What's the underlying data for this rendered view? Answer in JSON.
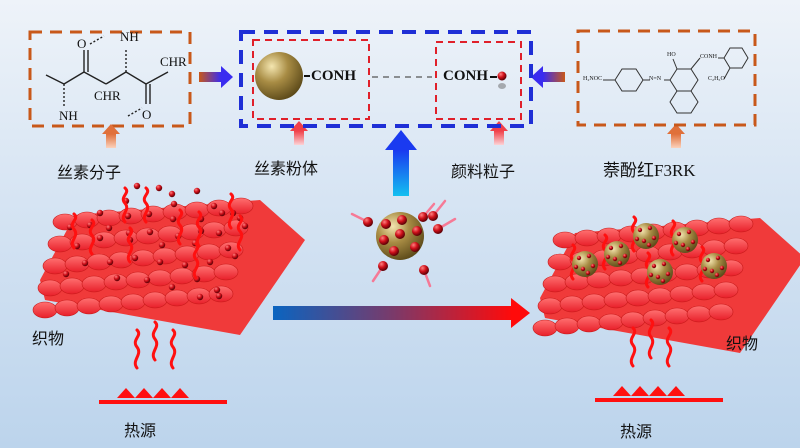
{
  "labels": {
    "silk_molecule": "丝素分子",
    "silk_powder": "丝素粉体",
    "pigment_particle": "颜料粒子",
    "pigment_name": "萘酚红F3RK",
    "fabric_left": "织物",
    "fabric_right": "织物",
    "heat_left": "热源",
    "heat_right": "热源"
  },
  "silk_structure": {
    "o_top": "O",
    "nh_top": "NH",
    "chr_right": "CHR",
    "chr_mid": "CHR",
    "nh_bottom": "NH",
    "o_bottom": "O"
  },
  "bond": {
    "left_group": "CONH",
    "right_group": "CONH"
  },
  "pigment_structure": {
    "h2noc": "H₂NOC",
    "azo": "N=N",
    "ho": "HO",
    "conh": "CONH",
    "ethoxy": "C₂H₅O"
  },
  "colors": {
    "orange_frame": "#c8581a",
    "blue_frame": "#1f2fd6",
    "red_frame": "#e0202a",
    "fabric": "#f0302f",
    "dot": "#a0000a",
    "gold": "#8c7430"
  }
}
